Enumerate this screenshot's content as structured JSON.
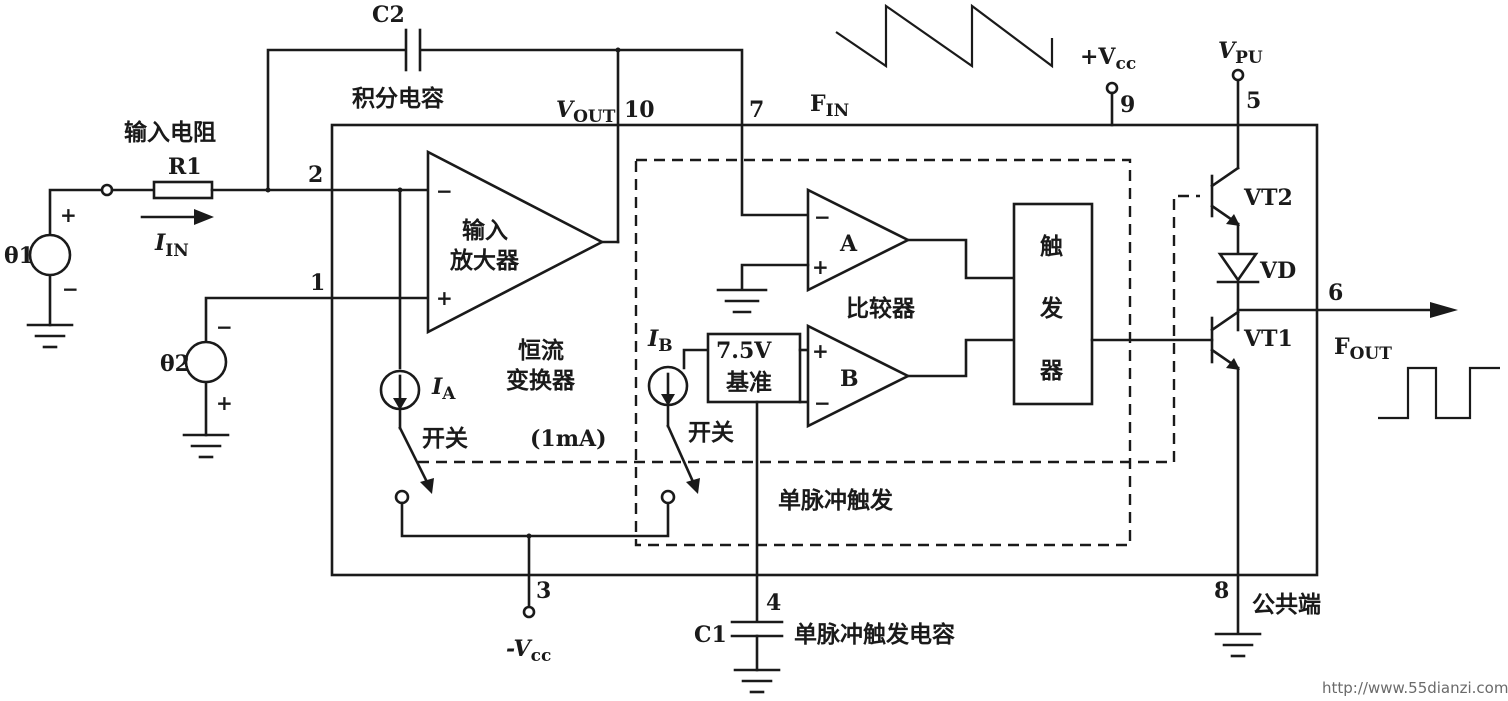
{
  "components": {
    "c2": "C2",
    "c2_desc": "积分电容",
    "r1": "R1",
    "r1_desc": "输入电阻",
    "amp": [
      "输入",
      "放大器"
    ],
    "converter": [
      "恒流",
      "变换器"
    ],
    "current": "(1mA)",
    "comparator": "比较器",
    "comp_a": "A",
    "comp_b": "B",
    "trigger": [
      "触",
      "发",
      "器"
    ],
    "ref": [
      "7.5V",
      "基准"
    ],
    "switch": "开关",
    "oneshot": "单脉冲触发",
    "c1": "C1",
    "c1_desc": "单脉冲触发电容",
    "vt2": "VT2",
    "vd": "VD",
    "vt1": "VT1",
    "common": "公共端",
    "source1": "θ1",
    "source2": "θ2"
  },
  "signals": {
    "vout": {
      "main": "V",
      "sub": "OUT"
    },
    "fin": {
      "main": "F",
      "sub": "IN"
    },
    "vcc_pos": {
      "main": "+V",
      "sub": "cc"
    },
    "vcc_neg": {
      "main": "-V",
      "sub": "cc"
    },
    "vpu": {
      "main": "V",
      "sub": "PU"
    },
    "fout": {
      "main": "F",
      "sub": "OUT"
    },
    "iin": {
      "main": "I",
      "sub": "IN"
    },
    "ia": {
      "main": "I",
      "sub": "A"
    },
    "ib": {
      "main": "I",
      "sub": "B"
    }
  },
  "pins": {
    "p1": "1",
    "p2": "2",
    "p3": "3",
    "p4": "4",
    "p5": "5",
    "p6": "6",
    "p7": "7",
    "p8": "8",
    "p9": "9",
    "p10": "10"
  },
  "signs": {
    "plus": "+",
    "minus": "−"
  },
  "watermark": "http://www.55dianzi.com"
}
